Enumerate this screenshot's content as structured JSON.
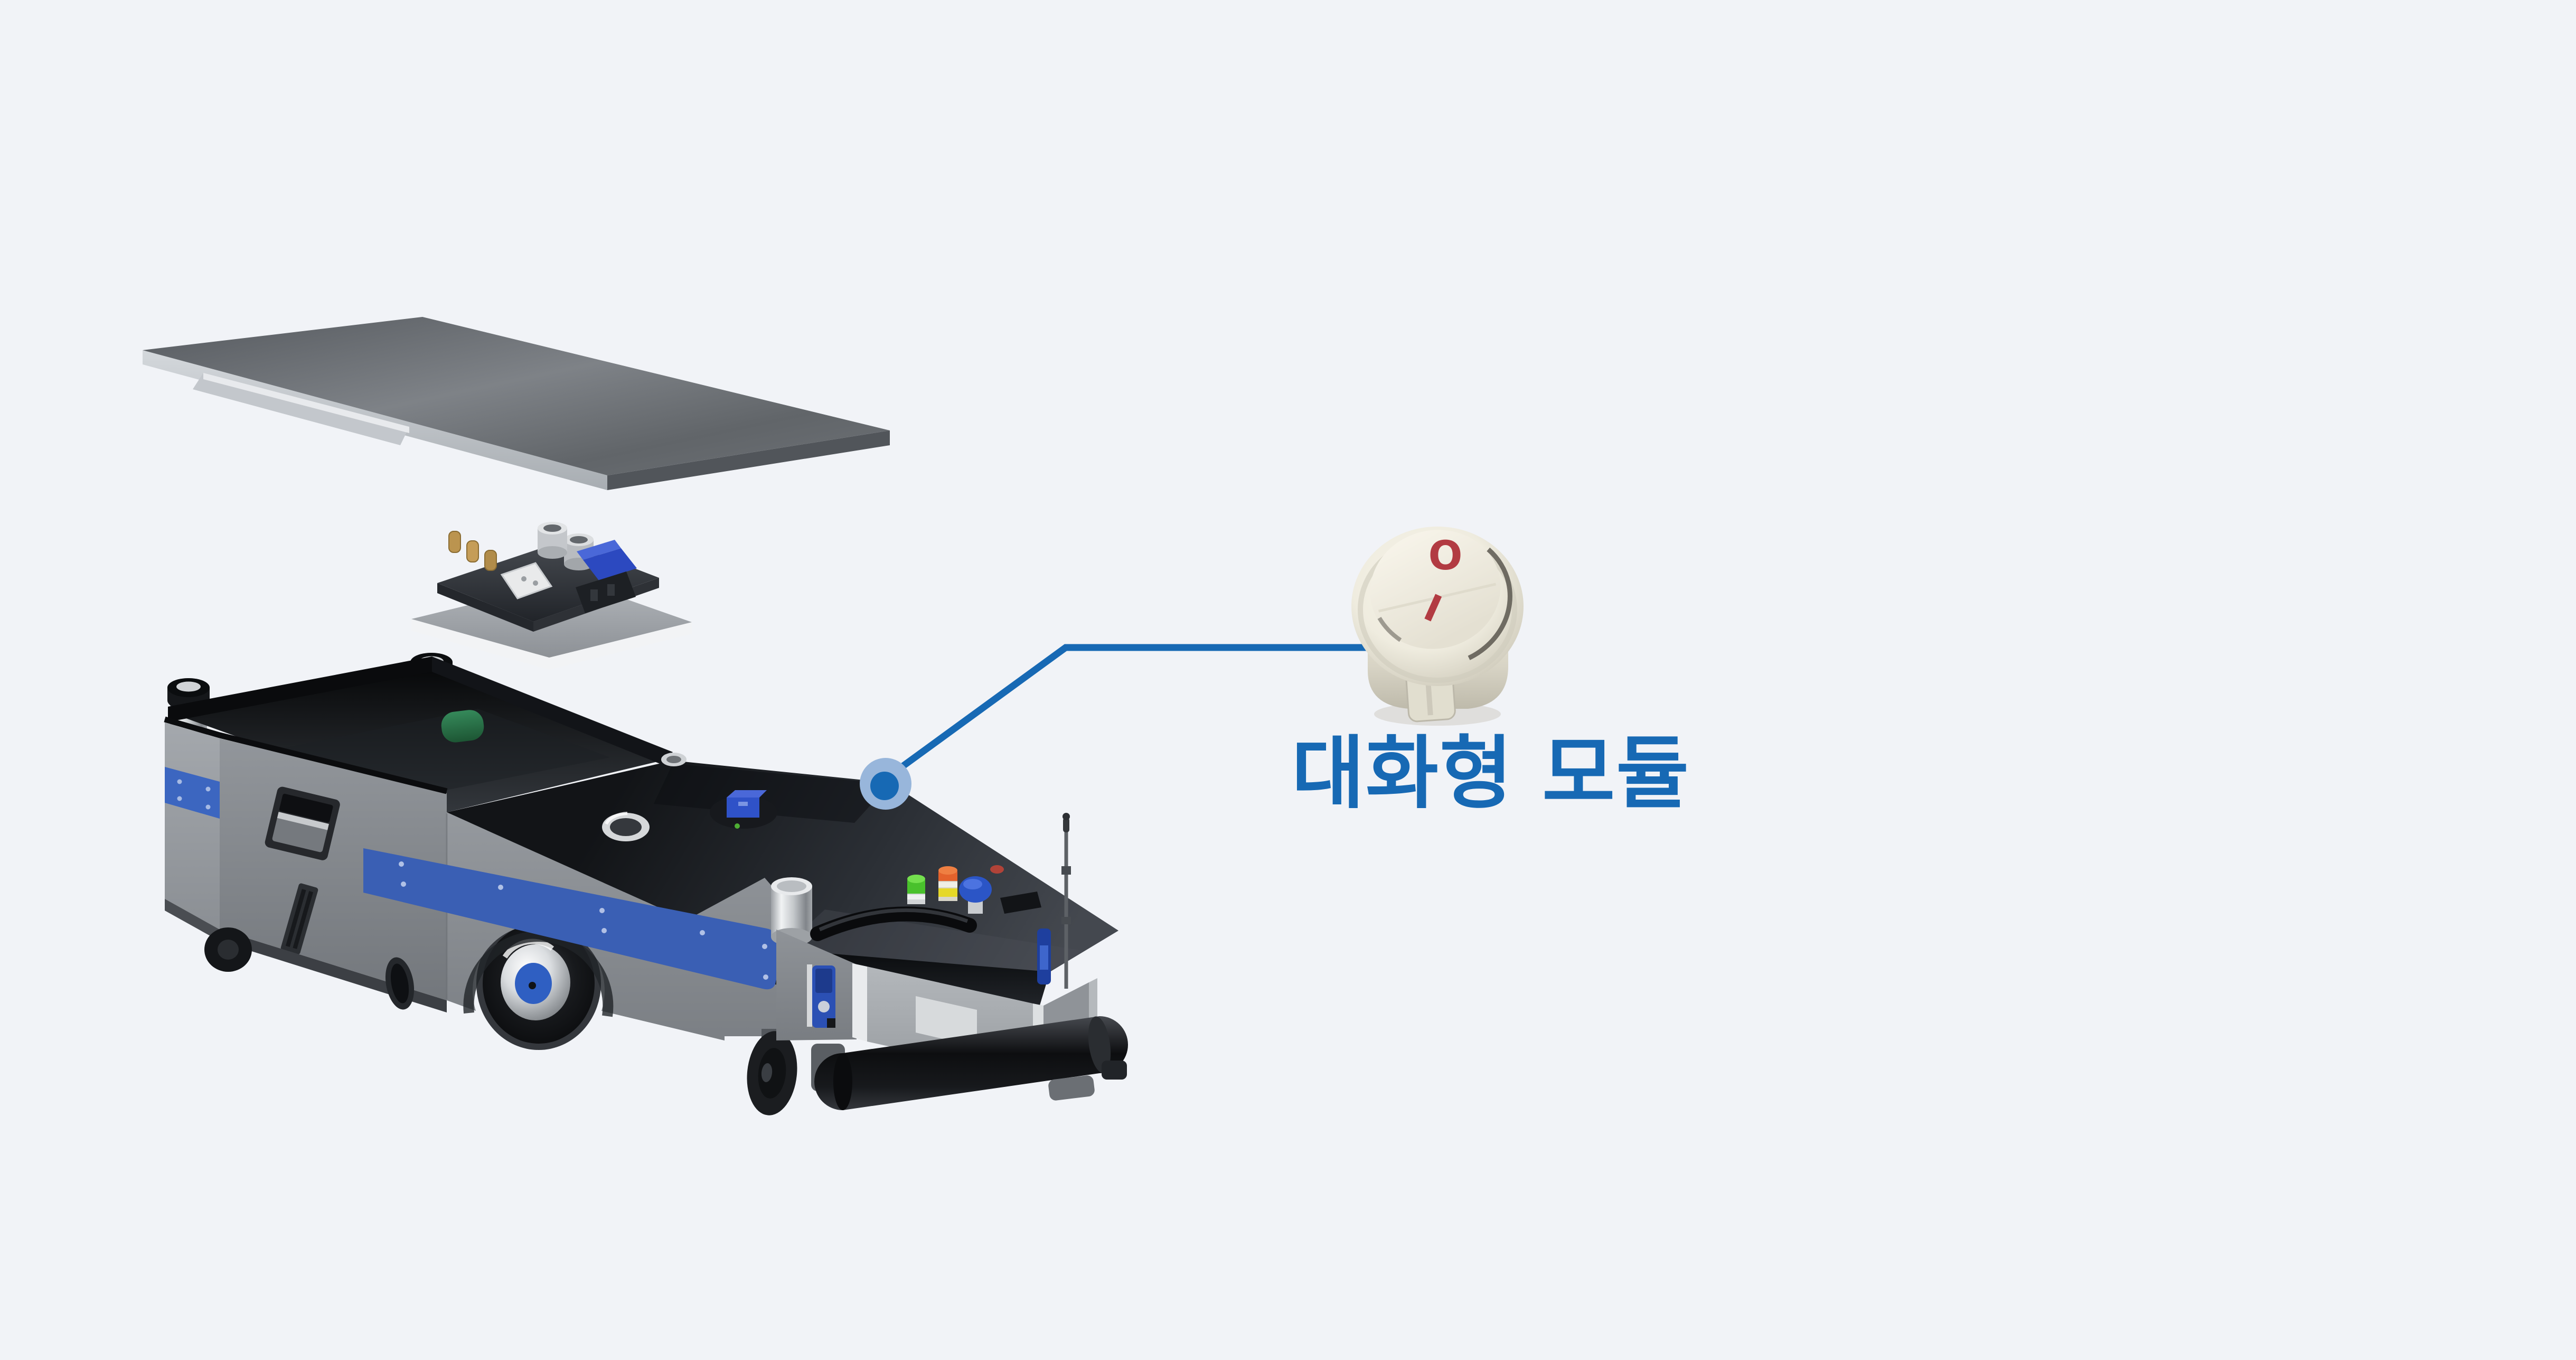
{
  "scene": {
    "background_color": "#f1f3f7"
  },
  "callout": {
    "label": "대화형 모듈",
    "label_color": "#1769b4",
    "line_color": "#1769b4",
    "marker_outer_color": "#98b6db",
    "marker_inner_color": "#1769b4"
  },
  "power_switch": {
    "marking_off": "O",
    "marking_on": "I",
    "marking_color": "#b23b42"
  },
  "colors": {
    "body_stripe_blue": "#3a5fb4",
    "rear_stripe_blue": "#3c66c0",
    "wheel_hub_blue": "#2f5fc2"
  }
}
